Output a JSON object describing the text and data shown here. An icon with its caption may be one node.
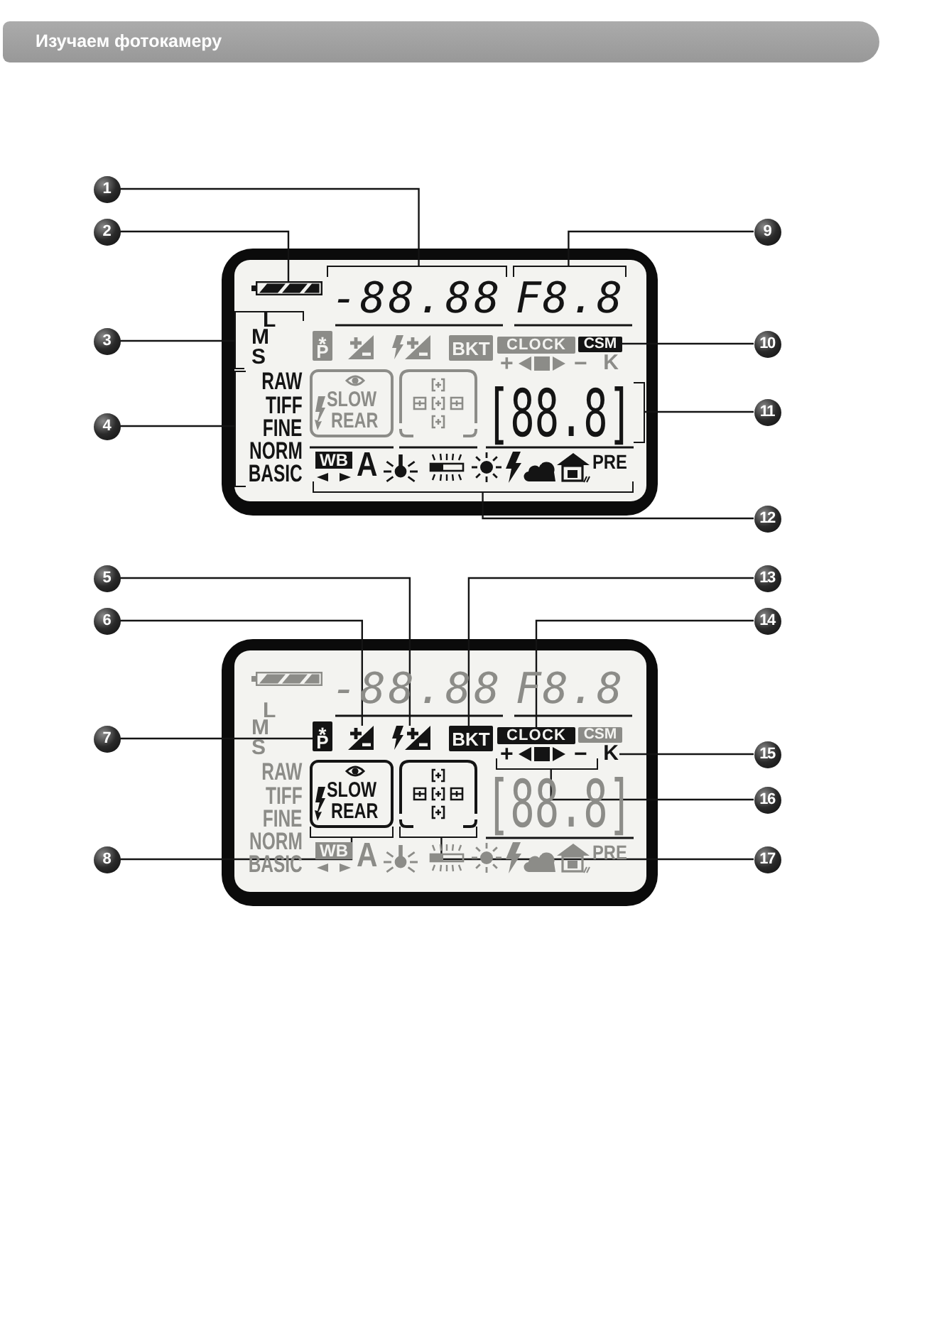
{
  "diagram": {
    "title": "Изучаем фотокамеру",
    "nodes": [
      {
        "text": [
          "1"
        ]
      },
      {
        "text": [
          "2"
        ]
      },
      {
        "text": [
          "3"
        ]
      },
      {
        "text": [
          "4"
        ]
      },
      {
        "text": [
          "9"
        ]
      },
      {
        "text": [
          "10"
        ]
      },
      {
        "text": [
          "11"
        ]
      },
      {
        "text": [
          "12"
        ]
      },
      {
        "text": [],
        "shape": "box"
      },
      {
        "text": [],
        "shape": "picture",
        "in": 8
      },
      {
        "text": [
          "-88.88"
        ],
        "in": 8
      },
      {
        "text": [
          "F8.8"
        ],
        "in": 8
      },
      {
        "text": [
          "L",
          "M",
          "S"
        ],
        "in": 8
      },
      {
        "text": [
          "CSM"
        ],
        "in": 8
      },
      {
        "text": [
          "RAW",
          "TIFF",
          "FINE",
          "NORM",
          "BASIC"
        ],
        "in": 8
      },
      {
        "text": [
          "[88.8]"
        ],
        "in": 8
      },
      {
        "text": [
          "WB",
          "A",
          "PRE"
        ],
        "in": 8
      },
      {
        "text": [
          "5"
        ]
      },
      {
        "text": [
          "6"
        ]
      },
      {
        "text": [
          "7"
        ]
      },
      {
        "text": [
          "8"
        ]
      },
      {
        "text": [
          "13"
        ]
      },
      {
        "text": [
          "14"
        ]
      },
      {
        "text": [
          "15"
        ]
      },
      {
        "text": [
          "16"
        ]
      },
      {
        "text": [
          "17"
        ]
      },
      {
        "text": [],
        "shape": "box"
      },
      {
        "text": [
          "*",
          "P"
        ],
        "in": 26
      },
      {
        "text": [],
        "shape": "picture",
        "in": 26
      },
      {
        "text": [],
        "shape": "picture",
        "in": 26
      },
      {
        "text": [
          "BKT"
        ],
        "in": 26
      },
      {
        "text": [
          "CLOCK"
        ],
        "in": 26
      },
      {
        "text": [
          "+",
          "−"
        ],
        "in": 26
      },
      {
        "text": [
          "K"
        ],
        "in": 26
      },
      {
        "text": [
          "SLOW",
          "REAR"
        ],
        "in": 26
      },
      {
        "text": [],
        "shape": "picture",
        "in": 26
      }
    ],
    "edges": [
      {
        "from": 0,
        "to": 10,
        "arrow": "none"
      },
      {
        "from": 1,
        "to": 9,
        "arrow": "none"
      },
      {
        "from": 2,
        "to": 12,
        "arrow": "none"
      },
      {
        "from": 3,
        "to": 14,
        "arrow": "none"
      },
      {
        "from": 4,
        "to": 11,
        "arrow": "none"
      },
      {
        "from": 5,
        "to": 13,
        "arrow": "none"
      },
      {
        "from": 6,
        "to": 15,
        "arrow": "none"
      },
      {
        "from": 7,
        "to": 16,
        "arrow": "none"
      },
      {
        "from": 17,
        "to": 29,
        "arrow": "none"
      },
      {
        "from": 18,
        "to": 28,
        "arrow": "none"
      },
      {
        "from": 19,
        "to": 27,
        "arrow": "none"
      },
      {
        "from": 20,
        "to": 34,
        "arrow": "none"
      },
      {
        "from": 21,
        "to": 30,
        "arrow": "none"
      },
      {
        "from": 22,
        "to": 31,
        "arrow": "none"
      },
      {
        "from": 23,
        "to": 33,
        "arrow": "none"
      },
      {
        "from": 24,
        "to": 32,
        "arrow": "none"
      },
      {
        "from": 25,
        "to": 35,
        "arrow": "none"
      }
    ],
    "labels": [
      "*",
      "P",
      "BKT",
      "CLOCK",
      "+",
      "−",
      "K",
      "SLOW",
      "REAR",
      "-88.88",
      "F8.8",
      "L",
      "M",
      "S",
      "CSM",
      "RAW",
      "TIFF",
      "FINE",
      "NORM",
      "BASIC",
      "[88.8]",
      "WB",
      "A",
      "PRE"
    ]
  }
}
